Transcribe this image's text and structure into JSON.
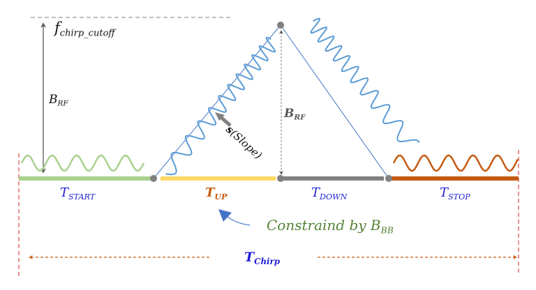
{
  "diagram": {
    "labels": {
      "cutoff": {
        "main": "f",
        "sub": "chirp_cutoff"
      },
      "b_rf_left": {
        "main": "B",
        "sub": "RF"
      },
      "b_rf_center": {
        "main": "B",
        "sub": "RF"
      },
      "slope": {
        "main": "s",
        "rest": "(Slope)"
      },
      "t_start": {
        "main": "T",
        "sub": "START"
      },
      "t_up": {
        "main": "T",
        "sub": "UP"
      },
      "t_down": {
        "main": "T",
        "sub": "DOWN"
      },
      "t_stop": {
        "main": "T",
        "sub": "STOP"
      },
      "constraint": {
        "main": "Constraind by B",
        "sub": "BB"
      },
      "t_chirp": {
        "main": "T",
        "sub": "Chirp"
      }
    },
    "colors": {
      "start": "#a9d18e",
      "up": "#ffd966",
      "down": "#808080",
      "stop": "#c55a11",
      "chirp_wave": "#5b9bd5",
      "triangle": "#4472c4",
      "boundary": "#e02020",
      "label_blue": "#1f1fd6",
      "label_green": "#548235"
    }
  }
}
